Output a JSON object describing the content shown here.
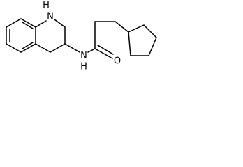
{
  "molecule": {
    "atom_labels": {
      "ring_nh": "H",
      "ring_n": "N",
      "amide_n": "N",
      "amide_h": "H",
      "carbonyl_o": "O"
    }
  },
  "colors": {
    "bond": "#000000",
    "label": "#000000",
    "background": "#ffffff"
  }
}
